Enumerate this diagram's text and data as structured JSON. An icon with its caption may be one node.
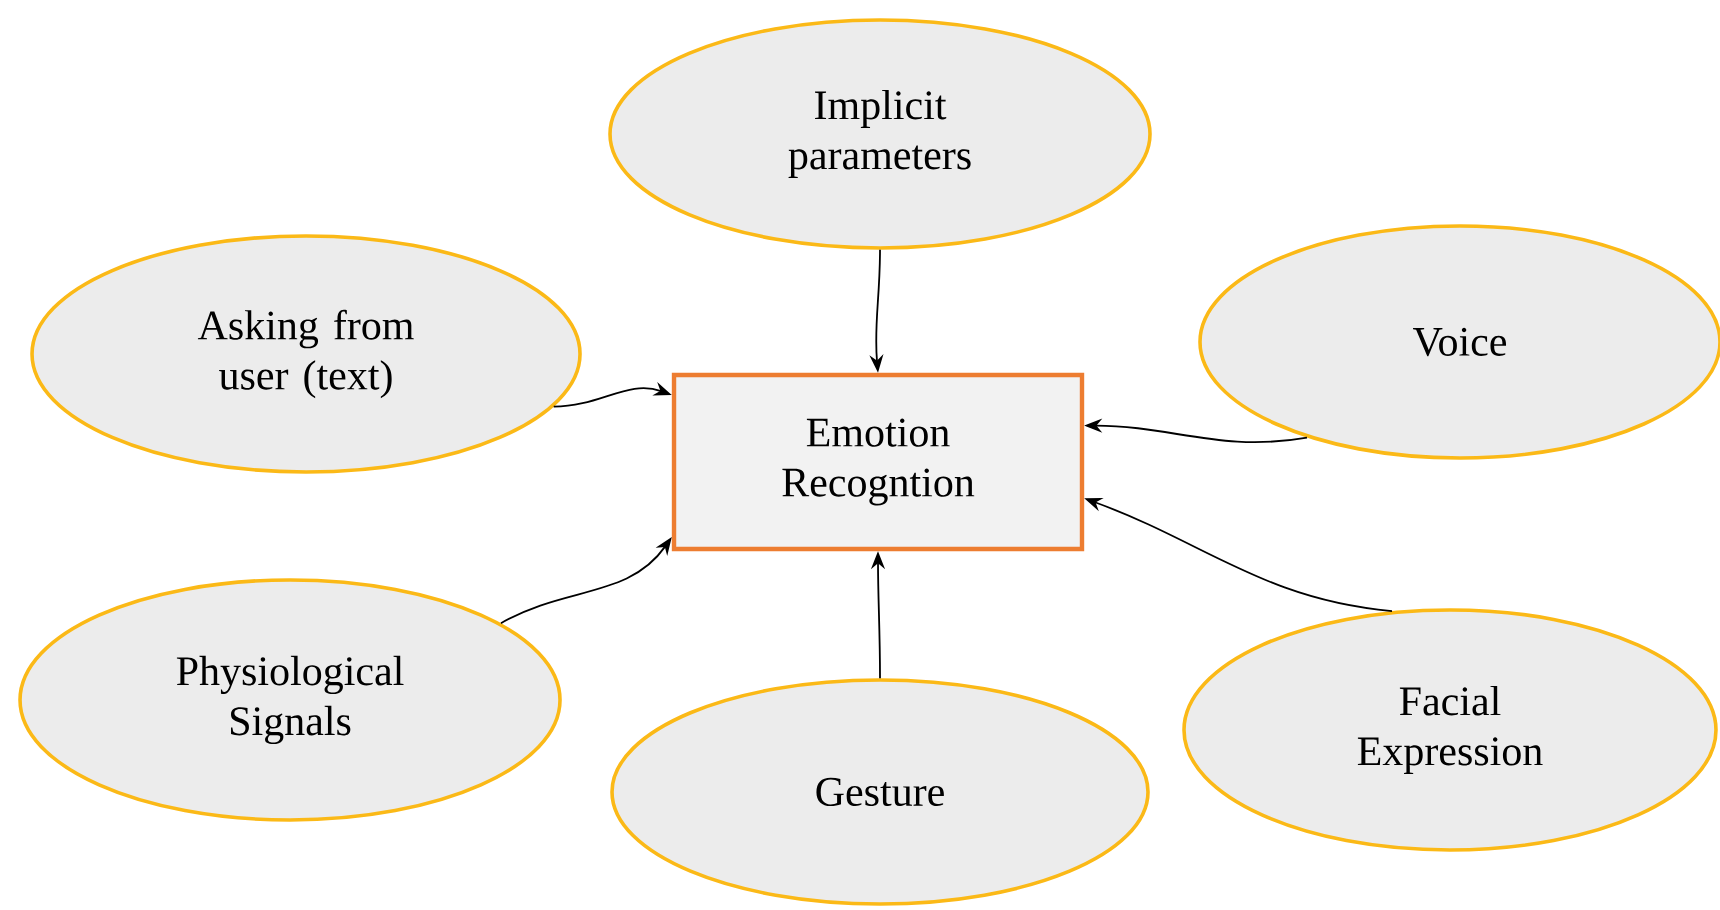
{
  "diagram": {
    "nodes": [
      {
        "text": [
          "Emotion Recogntion"
        ]
      },
      {
        "text": [
          "Implicit parameters"
        ]
      },
      {
        "text": [
          "Asking from user (text)"
        ]
      },
      {
        "text": [
          "Voice"
        ]
      },
      {
        "text": [
          "Physiological Signals"
        ]
      },
      {
        "text": [
          "Gesture"
        ]
      },
      {
        "text": [
          "Facial Expression"
        ]
      }
    ],
    "edges": [
      {
        "from": 1,
        "to": 0,
        "arrow": "to"
      },
      {
        "from": 2,
        "to": 0,
        "arrow": "to"
      },
      {
        "from": 3,
        "to": 0,
        "arrow": "to"
      },
      {
        "from": 4,
        "to": 0,
        "arrow": "to"
      },
      {
        "from": 5,
        "to": 0,
        "arrow": "to"
      },
      {
        "from": 6,
        "to": 0,
        "arrow": "to"
      }
    ]
  }
}
